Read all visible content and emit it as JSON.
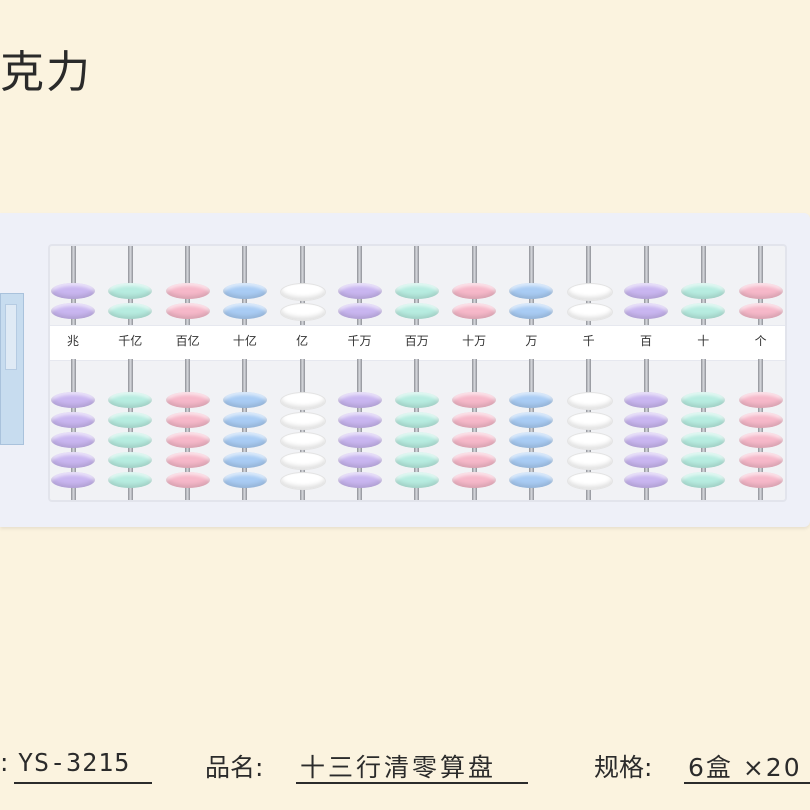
{
  "brand": {
    "text": "克力"
  },
  "abacus": {
    "rods": [
      {
        "label": "兆",
        "color": "#c9b6f0"
      },
      {
        "label": "千亿",
        "color": "#b7ece0"
      },
      {
        "label": "百亿",
        "color": "#f6b8c9"
      },
      {
        "label": "十亿",
        "color": "#a9ccf4"
      },
      {
        "label": "亿",
        "color": "#ffffff"
      },
      {
        "label": "千万",
        "color": "#c9b6f0"
      },
      {
        "label": "百万",
        "color": "#b7ece0"
      },
      {
        "label": "十万",
        "color": "#f6b8c9"
      },
      {
        "label": "万",
        "color": "#a9ccf4"
      },
      {
        "label": "千",
        "color": "#ffffff"
      },
      {
        "label": "百",
        "color": "#c9b6f0"
      },
      {
        "label": "十",
        "color": "#b7ece0"
      },
      {
        "label": "个",
        "color": "#f6b8c9"
      }
    ]
  },
  "footer": {
    "model_label": ":",
    "model": "YS-3215",
    "name_label": "品名:",
    "name": "十三行清零算盘",
    "spec_label": "规格:",
    "spec": "6盒 ×20"
  }
}
